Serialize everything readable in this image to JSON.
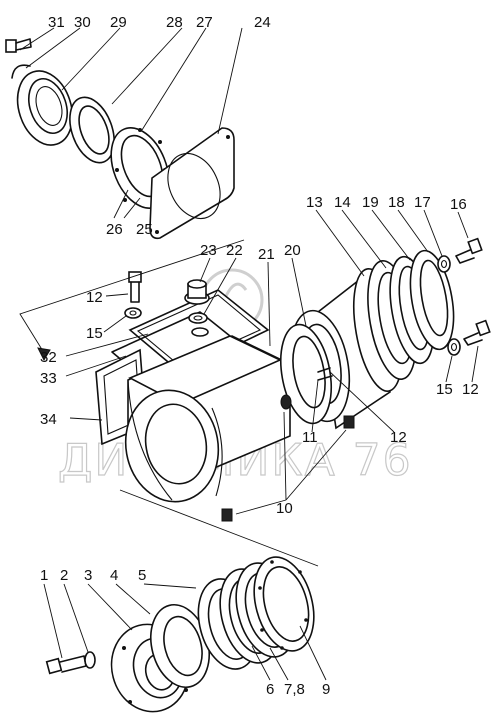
{
  "watermark": "ДИНАМИКА 76",
  "callouts": [
    {
      "id": "c31",
      "text": "31"
    },
    {
      "id": "c30",
      "text": "30"
    },
    {
      "id": "c29",
      "text": "29"
    },
    {
      "id": "c28",
      "text": "28"
    },
    {
      "id": "c27",
      "text": "27"
    },
    {
      "id": "c24",
      "text": "24"
    },
    {
      "id": "c26",
      "text": "26"
    },
    {
      "id": "c25",
      "text": "25"
    },
    {
      "id": "c13",
      "text": "13"
    },
    {
      "id": "c14",
      "text": "14"
    },
    {
      "id": "c19",
      "text": "19"
    },
    {
      "id": "c18",
      "text": "18"
    },
    {
      "id": "c17",
      "text": "17"
    },
    {
      "id": "c16",
      "text": "16"
    },
    {
      "id": "c23",
      "text": "23"
    },
    {
      "id": "c22",
      "text": "22"
    },
    {
      "id": "c21",
      "text": "21"
    },
    {
      "id": "c20",
      "text": "20"
    },
    {
      "id": "c12a",
      "text": "12"
    },
    {
      "id": "c15a",
      "text": "15"
    },
    {
      "id": "c32",
      "text": "32"
    },
    {
      "id": "c33",
      "text": "33"
    },
    {
      "id": "c34",
      "text": "34"
    },
    {
      "id": "c11",
      "text": "11"
    },
    {
      "id": "c12b",
      "text": "12"
    },
    {
      "id": "c15b",
      "text": "15"
    },
    {
      "id": "c12c",
      "text": "12"
    },
    {
      "id": "c10",
      "text": "10"
    },
    {
      "id": "c1",
      "text": "1"
    },
    {
      "id": "c2",
      "text": "2"
    },
    {
      "id": "c3",
      "text": "3"
    },
    {
      "id": "c4",
      "text": "4"
    },
    {
      "id": "c5",
      "text": "5"
    },
    {
      "id": "c6",
      "text": "6"
    },
    {
      "id": "c78",
      "text": "7,8"
    },
    {
      "id": "c9",
      "text": "9"
    }
  ]
}
